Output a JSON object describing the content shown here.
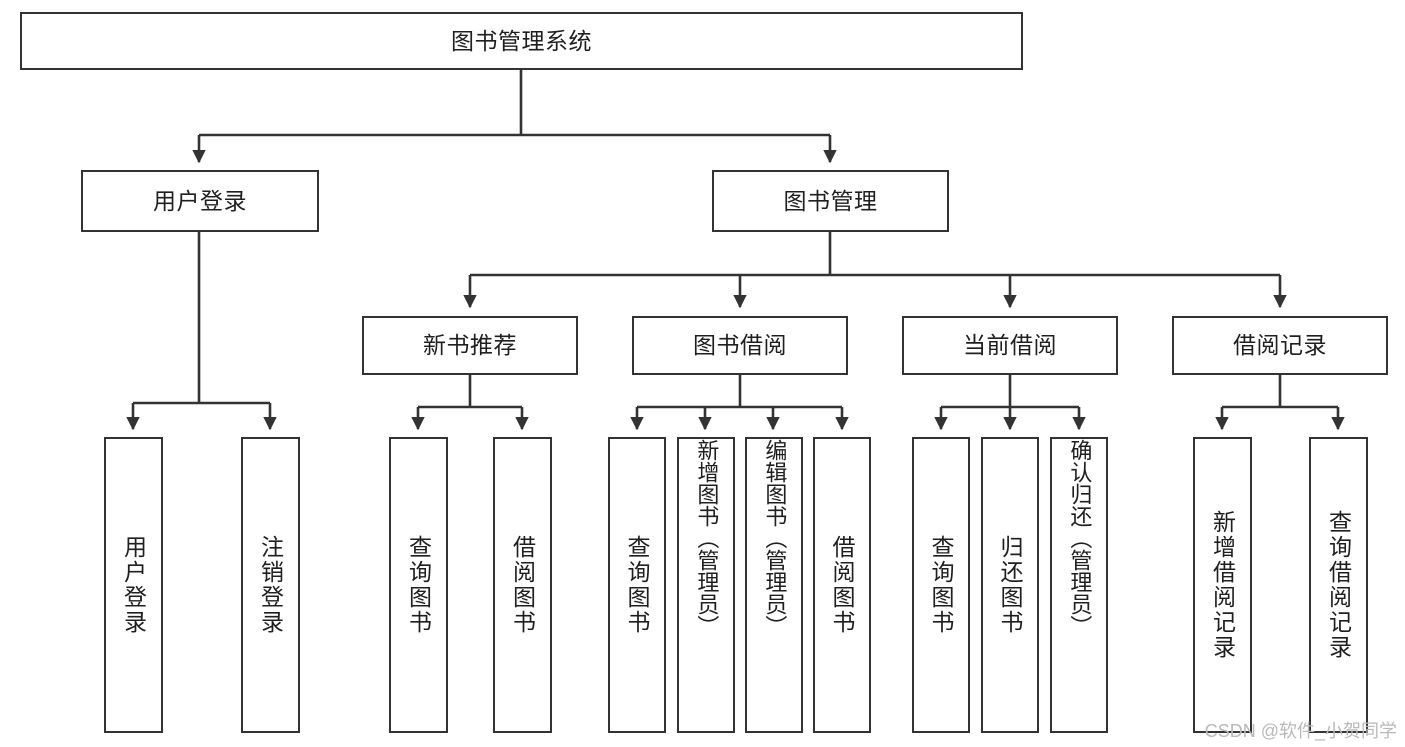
{
  "diagram": {
    "type": "tree-hierarchy",
    "title": "图书管理系统",
    "watermark": "CSDN @软件_小贺同学",
    "colors": {
      "box_border": "#333333",
      "box_fill": "#ffffff",
      "connector": "#333333",
      "text": "#1f1f1f",
      "watermark": "#b9b9b9",
      "background": "#ffffff"
    },
    "levels": {
      "root": {
        "label": "图书管理系统"
      },
      "level2": [
        {
          "id": "user-login",
          "label": "用户登录"
        },
        {
          "id": "book-manage",
          "label": "图书管理"
        }
      ],
      "level3": [
        {
          "id": "new-book-recommend",
          "label": "新书推荐"
        },
        {
          "id": "book-borrow",
          "label": "图书借阅"
        },
        {
          "id": "current-borrow",
          "label": "当前借阅"
        },
        {
          "id": "borrow-record",
          "label": "借阅记录"
        }
      ],
      "leaves": {
        "user-login": [
          {
            "id": "leaf-user-login",
            "label": "用户登录"
          },
          {
            "id": "leaf-logout-login",
            "label": "注销登录"
          }
        ],
        "new-book-recommend": [
          {
            "id": "leaf-query-book-1",
            "label": "查询图书"
          },
          {
            "id": "leaf-borrow-book-1",
            "label": "借阅图书"
          }
        ],
        "book-borrow": [
          {
            "id": "leaf-query-book-2",
            "label": "查询图书"
          },
          {
            "id": "leaf-add-book",
            "label": "新增图书（管理员）"
          },
          {
            "id": "leaf-edit-book",
            "label": "编辑图书（管理员）"
          },
          {
            "id": "leaf-borrow-book-2",
            "label": "借阅图书"
          }
        ],
        "current-borrow": [
          {
            "id": "leaf-query-book-3",
            "label": "查询图书"
          },
          {
            "id": "leaf-return-book",
            "label": "归还图书"
          },
          {
            "id": "leaf-confirm-return",
            "label": "确认归还（管理员）"
          }
        ],
        "borrow-record": [
          {
            "id": "leaf-add-record",
            "label": "新增借阅记录"
          },
          {
            "id": "leaf-query-record",
            "label": "查询借阅记录"
          }
        ]
      }
    }
  }
}
